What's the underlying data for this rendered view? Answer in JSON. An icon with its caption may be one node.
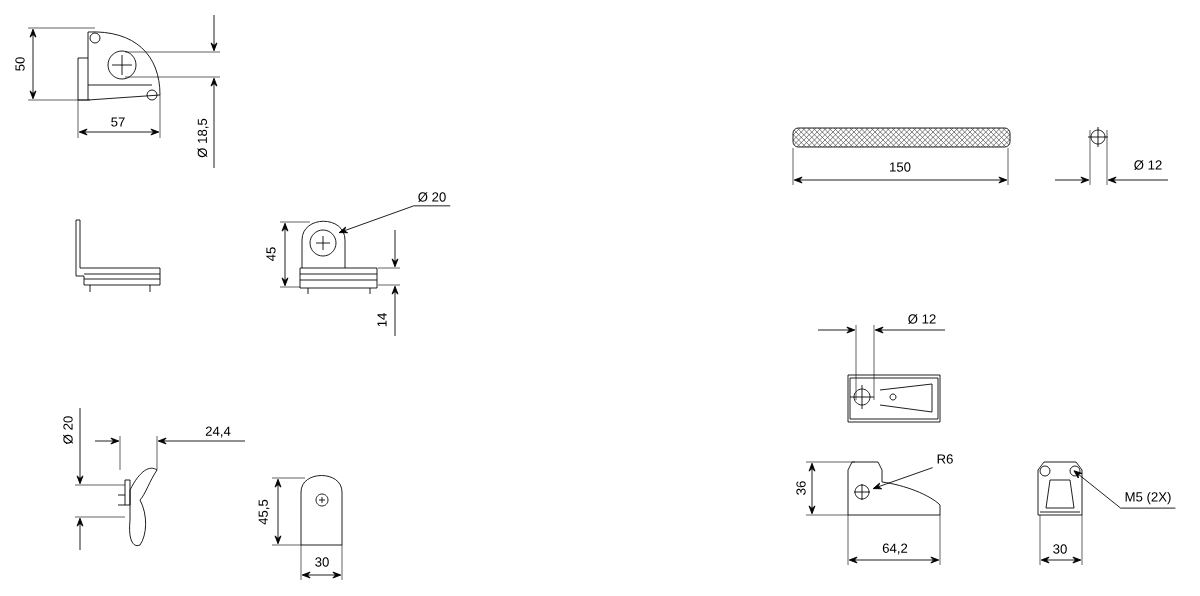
{
  "diagram": {
    "nodes": [
      {
        "text": [
          "Ø 20"
        ]
      },
      {
        "text": [
          "R6"
        ]
      },
      {
        "text": [
          "M5 (2X)"
        ]
      }
    ],
    "edges": [
      {
        "from": 0,
        "to": null,
        "arrow": "to"
      },
      {
        "from": 1,
        "to": null,
        "arrow": "to"
      },
      {
        "from": 2,
        "to": null,
        "arrow": "to"
      }
    ],
    "labels": [
      "50",
      "57",
      "Ø 18,5",
      "45",
      "14",
      "Ø 20",
      "24,4",
      "45,5",
      "30",
      "150",
      "Ø 12",
      "Ø 12",
      "36",
      "64,2",
      "30"
    ]
  }
}
